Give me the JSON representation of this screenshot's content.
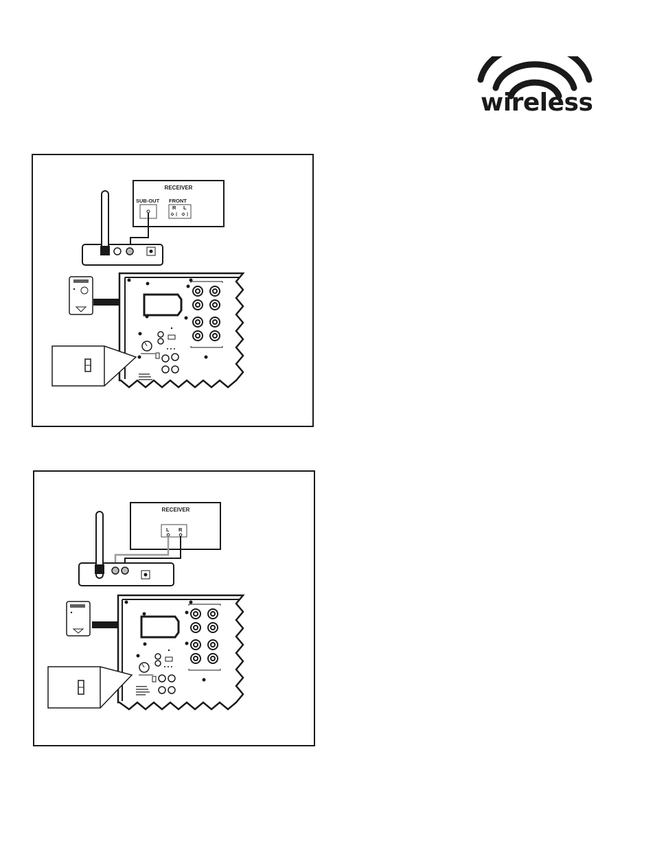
{
  "logo": {
    "word": "wireless",
    "icon": "wifi-waves-icon"
  },
  "diagram1": {
    "receiver_title": "RECEIVER",
    "sub_out_label": "SUB-OUT",
    "front_label": "FRONT",
    "right_label": "R",
    "left_label": "L"
  },
  "diagram2": {
    "receiver_title": "RECEIVER",
    "left_label": "L",
    "right_label": "R"
  },
  "colors": {
    "ink": "#1a1a1a",
    "paper": "#ffffff",
    "wire_grey": "#9a9a9a"
  }
}
